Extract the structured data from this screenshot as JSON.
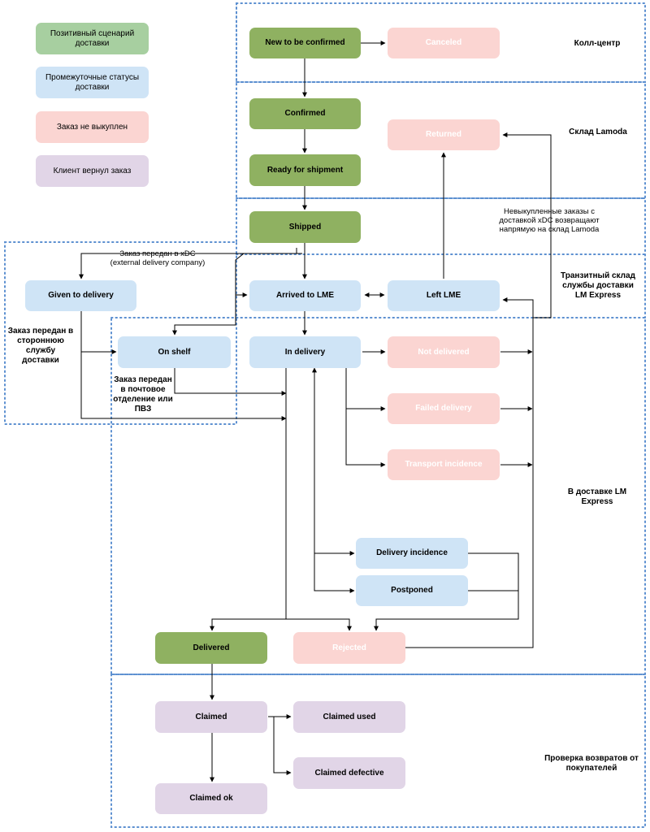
{
  "legend": {
    "positive": "Позитивный сценарий доставки",
    "intermediate": "Промежуточные статусы доставки",
    "not_bought": "Заказ не выкуплен",
    "returned_by_client": "Клиент вернул заказ"
  },
  "zones": {
    "call_center": "Колл-центр",
    "warehouse": "Склад Lamoda",
    "transit": "Транзитный склад службы доставки LM Express",
    "delivery": "В доставке LM Express",
    "returns_check": "Проверка возвратов от покупателей"
  },
  "nodes": {
    "new_to_be_confirmed": "New to be confirmed",
    "canceled": "Canceled",
    "confirmed": "Confirmed",
    "returned": "Returned",
    "ready_for_shipment": "Ready for shipment",
    "shipped": "Shipped",
    "given_to_delivery": "Given to delivery",
    "arrived_to_lme": "Arrived to LME",
    "left_lme": "Left LME",
    "on_shelf": "On shelf",
    "in_delivery": "In delivery",
    "not_delivered": "Not delivered",
    "failed_delivery": "Failed delivery",
    "transport_incidence": "Transport incidence",
    "delivery_incidence": "Delivery incidence",
    "postponed": "Postponed",
    "delivered": "Delivered",
    "rejected": "Rejected",
    "claimed": "Claimed",
    "claimed_used": "Claimed used",
    "claimed_defective": "Claimed defective",
    "claimed_ok": "Claimed ok"
  },
  "notes": {
    "xdc_returns": "Невыкупленные заказы с доставкой xDC возвращают напрямую на склад Lamoda",
    "handed_to_xdc": "Заказ передан в xDC (external delivery company)",
    "handed_to_third_party": "Заказ передан в стороннюю службу доставки",
    "handed_to_post": "Заказ передан в почтовое отделение или ПВЗ"
  },
  "colors": {
    "positive": "#8fb161",
    "intermediate": "#cfe4f6",
    "not_bought": "#fbd5d2",
    "returned_by_client": "#e1d5e7",
    "zone_border": "#5b8fd0"
  }
}
